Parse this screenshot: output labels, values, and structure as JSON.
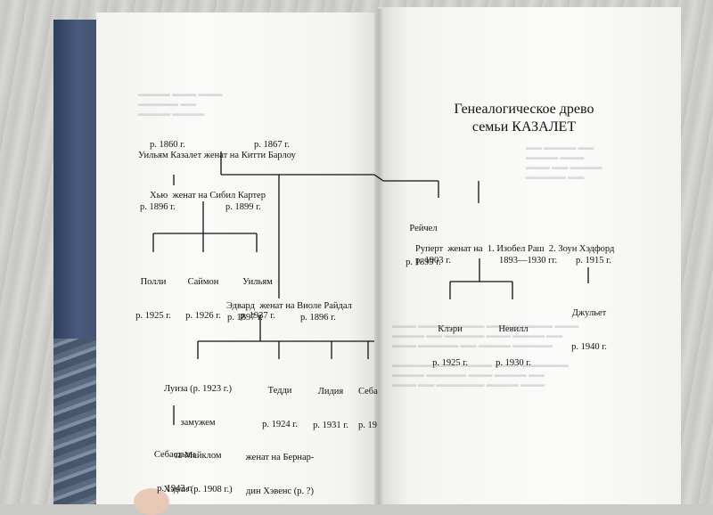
{
  "title": {
    "line1": "Генеалогическое древо",
    "line2": "семьи КАЗАЛЕТ"
  },
  "people": {
    "william": {
      "line1": "Уильям Казалет женат на Китти Барлоу",
      "born1": "р. 1860 г.",
      "born2": "р. 1867 г."
    },
    "hugh": {
      "line1": "Хью  женат на Сибил Картер",
      "born1": "р. 1896 г.",
      "born2": "р. 1899 г."
    },
    "polly": {
      "name": "Полли",
      "born": "р. 1925 г."
    },
    "simon": {
      "name": "Саймон",
      "born": "р. 1926 г."
    },
    "william2": {
      "name": "Уильям",
      "born": "р. 1937 г."
    },
    "edward": {
      "line1": "Эдвард  женат на Виоле Райдал",
      "born1": "р. 1897 г.",
      "born2": "р. 1896 г."
    },
    "louise": {
      "lines": [
        "Луиза (р. 1923 г.)",
        "замужем",
        "за Майклом",
        "Хэдли (р. 1908 г.)"
      ]
    },
    "sebastian": {
      "name": "Себастьян",
      "born": "р. 1943 г."
    },
    "teddy": {
      "lines": [
        "Тедди",
        "р. 1924 г.",
        "женат на Бернар-",
        "дин Хэвенс (р. ?)"
      ]
    },
    "lydia": {
      "name": "Лидия",
      "born": "р. 1931 г."
    },
    "seba_cut": {
      "name": "Себа",
      "born": "р. 19"
    },
    "rachel": {
      "name": "Рейчел",
      "born": "р. 1899 г."
    },
    "rupert": {
      "line1": "Руперт  женат на  1. Изобел Раш  2. Зоун Хэдфорд",
      "born1": "р. 1903 г.",
      "born2": "1893—1930 гг.",
      "born3": "р. 1915 г."
    },
    "clary": {
      "name": "Клэри",
      "born": "р. 1925 г."
    },
    "neville": {
      "name": "Невилл",
      "born": "р. 1930 г."
    },
    "juliet": {
      "name": "Джульет",
      "born": "р. 1940 г."
    }
  },
  "colors": {
    "page": "#f7f7f5",
    "ink": "#111111",
    "cover": "#3a4a6a"
  }
}
